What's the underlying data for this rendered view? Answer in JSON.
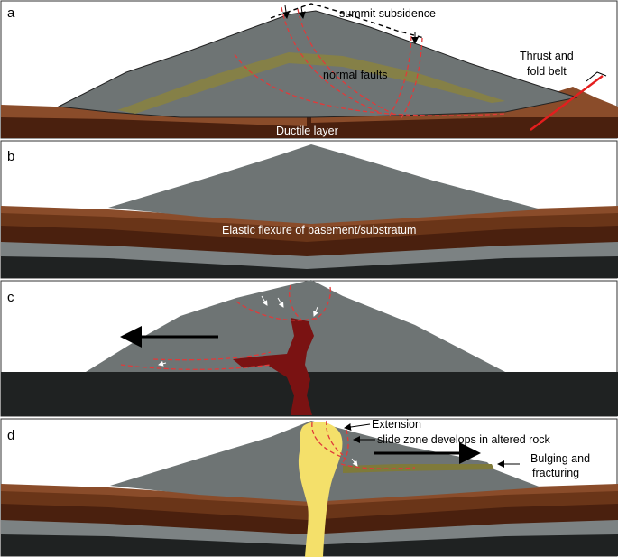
{
  "panels": [
    {
      "letter": "a"
    },
    {
      "letter": "b"
    },
    {
      "letter": "c"
    },
    {
      "letter": "d"
    }
  ],
  "labels": {
    "summit_subsidence": "summit subsidence",
    "normal_faults": "normal faults",
    "thrust_line1": "Thrust and",
    "thrust_line2": "fold belt",
    "ductile_layer": "Ductile layer",
    "elastic_flexure": "Elastic flexure of basement/substratum",
    "extension": "Extension",
    "slide_zone": "slide zone develops in altered rock",
    "bulging_line1": "Bulging and",
    "bulging_line2": "fracturing"
  },
  "colors": {
    "volcano": "#6e7474",
    "substrate_dark": "#1f2222",
    "band_light": "#7c8283",
    "brown_light": "#8a4c2a",
    "brown_mid": "#6a3518",
    "brown_dark": "#4a200e",
    "magma_red": "#7a1212",
    "magma_yellow": "#f4e06a",
    "altered_layer": "#7f7a3a",
    "fault_red": "#e03a3a",
    "thrust_red": "#e41e1e"
  }
}
